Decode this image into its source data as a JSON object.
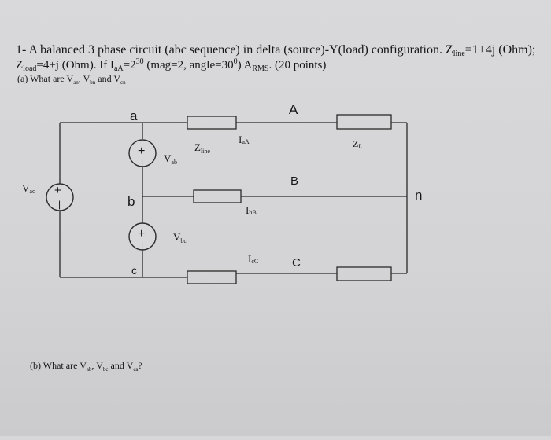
{
  "problem": {
    "line1_prefix": "1- A balanced 3 phase circuit (abc sequence) in delta (source)-Y(load) configuration. Z",
    "line1_sub": "line",
    "line1_suffix": "=1+4j (Ohm);",
    "line2_z": "Z",
    "line2_z_sub": "load",
    "line2_mid": "=4+j (Ohm). If I",
    "line2_i_sub": "aA",
    "line2_eq": "=2",
    "line2_sup": "30",
    "line2_rest": " (mag=2, angle=30",
    "line2_deg": "0",
    "line2_close": ") A",
    "line2_rms": "RMS",
    "line2_points": ". (20 points)",
    "part_a_prefix": "(a) What are V",
    "part_a_sub1": "an",
    "part_a_mid1": ", V",
    "part_a_sub2": "bn",
    "part_a_mid2": " and V",
    "part_a_sub3": "cn",
    "part_b_prefix": "(b) What are V",
    "part_b_sub1": "ab",
    "part_b_mid1": ", V",
    "part_b_sub2": "bc",
    "part_b_mid2": " and V",
    "part_b_sub3": "ca",
    "part_b_end": "?"
  },
  "circuit": {
    "node_a": "a",
    "node_b": "b",
    "node_c": "c",
    "node_A": "A",
    "node_B": "B",
    "node_C": "C",
    "node_n": "n",
    "v_ac": "V",
    "v_ac_sub": "ac",
    "v_ab": "V",
    "v_ab_sub": "ab",
    "v_bc": "V",
    "v_bc_sub": "bc",
    "z_line": "Z",
    "z_line_sub": "line",
    "z_load": "Z",
    "z_load_sub": "L",
    "i_aA": "I",
    "i_aA_sub": "aA",
    "i_bB": "I",
    "i_bB_sub": "bB",
    "i_cC": "I",
    "i_cC_sub": "cC",
    "plus": "+",
    "minus": "|"
  }
}
